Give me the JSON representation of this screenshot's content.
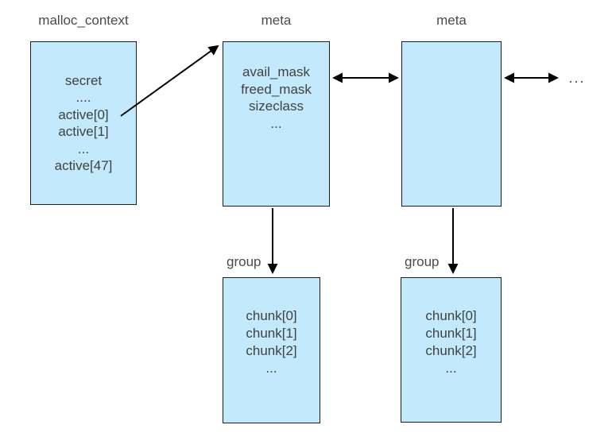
{
  "diagram": {
    "nodes": {
      "malloc_context": {
        "title": "malloc_context",
        "lines": [
          "secret",
          "....",
          "active[0]",
          "active[1]",
          "...",
          "active[47]"
        ]
      },
      "meta1": {
        "title": "meta",
        "lines": [
          "avail_mask",
          "freed_mask",
          "sizeclass",
          "..."
        ]
      },
      "meta2": {
        "title": "meta",
        "lines": []
      },
      "group1": {
        "title": "group",
        "lines": [
          "chunk[0]",
          "chunk[1]",
          "chunk[2]",
          "..."
        ]
      },
      "group2": {
        "title": "group",
        "lines": [
          "chunk[0]",
          "chunk[1]",
          "chunk[2]",
          "..."
        ]
      }
    },
    "ellipsis_right": "...",
    "arrows": [
      "active0-to-meta1",
      "meta1-meta2-bidirectional",
      "meta2-more-bidirectional",
      "meta1-to-group1",
      "meta2-to-group2"
    ],
    "colors": {
      "box_fill": "#c3eafc",
      "box_border": "#1c1c1c",
      "text": "#414141",
      "arrow": "#000000",
      "bg": "#ffffff"
    }
  }
}
